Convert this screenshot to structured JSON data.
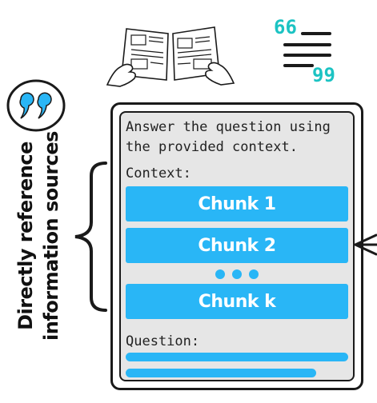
{
  "side_label": {
    "line1": "Directly reference",
    "line2": "information sources"
  },
  "prompt": {
    "instruction_line1": "Answer the question using",
    "instruction_line2": "the provided context.",
    "context_label": "Context:",
    "chunks": [
      "Chunk 1",
      "Chunk 2",
      "Chunk k"
    ],
    "question_label": "Question:"
  },
  "quote_marks": {
    "open": "66",
    "close": "99"
  },
  "colors": {
    "accent_blue": "#29b6f6",
    "teal": "#1cc3c3",
    "ink": "#1a1a1a"
  },
  "icons": [
    "quote-icon",
    "documents-in-hands-icon",
    "quote-lines-icon",
    "curly-brace-icon",
    "arrow-icon"
  ]
}
